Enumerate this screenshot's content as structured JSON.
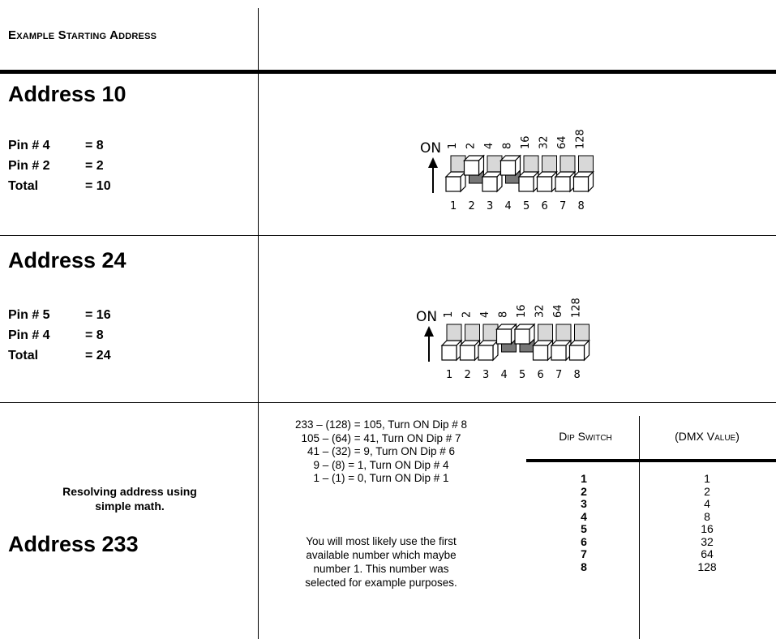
{
  "header": {
    "title": "Example Starting Address"
  },
  "section1": {
    "title": "Address 10",
    "rows": [
      {
        "label": "Pin # 4",
        "value": "= 8"
      },
      {
        "label": "Pin # 2",
        "value": "= 2"
      },
      {
        "label": "Total",
        "value": "= 10"
      }
    ],
    "on_label": "ON",
    "dip_values": [
      "1",
      "2",
      "4",
      "8",
      "16",
      "32",
      "64",
      "128"
    ],
    "dip_numbers": [
      "1",
      "2",
      "3",
      "4",
      "5",
      "6",
      "7",
      "8"
    ],
    "on_switches": [
      2,
      4
    ]
  },
  "section2": {
    "title": "Address 24",
    "rows": [
      {
        "label": "Pin # 5",
        "value": "= 16"
      },
      {
        "label": "Pin # 4",
        "value": "= 8"
      },
      {
        "label": "Total",
        "value": "= 24"
      }
    ],
    "on_label": "ON",
    "dip_values": [
      "1",
      "2",
      "4",
      "8",
      "16",
      "32",
      "64",
      "128"
    ],
    "dip_numbers": [
      "1",
      "2",
      "3",
      "4",
      "5",
      "6",
      "7",
      "8"
    ],
    "on_switches": [
      4,
      5
    ]
  },
  "section3": {
    "resolve_line1": "Resolving address using",
    "resolve_line2": "simple math.",
    "title": "Address 233",
    "math_lines": [
      "233 – (128) = 105, Turn ON Dip # 8",
      "105 – (64) = 41, Turn ON Dip # 7",
      "41 – (32) = 9, Turn ON Dip # 6",
      "9 – (8) = 1, Turn ON Dip # 4",
      "1 – (1) = 0, Turn ON Dip # 1"
    ],
    "note_lines": [
      "You will most likely use the first",
      "available number which maybe",
      "number 1. This number was",
      "selected for example purposes."
    ],
    "table": {
      "header_dip": "Dip Switch",
      "header_dmx": "(DMX Value)",
      "rows": [
        {
          "dip": "1",
          "dmx": "1"
        },
        {
          "dip": "2",
          "dmx": "2"
        },
        {
          "dip": "3",
          "dmx": "4"
        },
        {
          "dip": "4",
          "dmx": "8"
        },
        {
          "dip": "5",
          "dmx": "16"
        },
        {
          "dip": "6",
          "dmx": "32"
        },
        {
          "dip": "7",
          "dmx": "64"
        },
        {
          "dip": "8",
          "dmx": "128"
        }
      ]
    }
  }
}
